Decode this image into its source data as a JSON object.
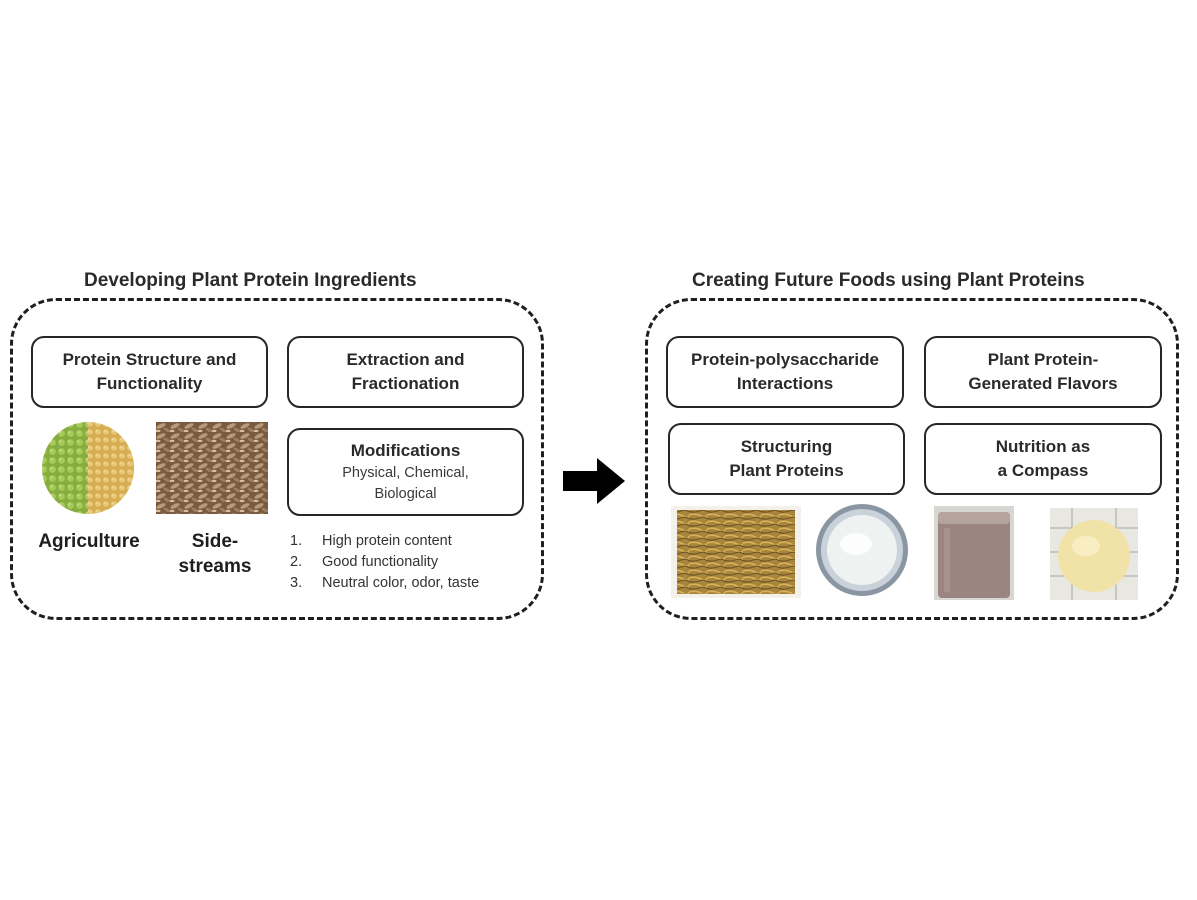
{
  "left_panel": {
    "title": "Developing Plant Protein Ingredients",
    "box_structure": [
      "Protein Structure and",
      "Functionality"
    ],
    "box_extraction": [
      "Extraction and",
      "Fractionation"
    ],
    "box_modifications": {
      "title": "Modifications",
      "sub": [
        "Physical, Chemical,",
        "Biological"
      ]
    },
    "captions": {
      "agriculture": "Agriculture",
      "sidestreams": [
        "Side-",
        "streams"
      ]
    },
    "requirements": [
      {
        "num": "1.",
        "text": "High protein content"
      },
      {
        "num": "2.",
        "text": "Good functionality"
      },
      {
        "num": "3.",
        "text": "Neutral color, odor, taste"
      }
    ]
  },
  "right_panel": {
    "title": "Creating Future Foods using Plant Proteins",
    "box_interactions": [
      "Protein-polysaccharide",
      "Interactions"
    ],
    "box_flavors": [
      "Plant Protein-",
      "Generated Flavors"
    ],
    "box_structuring": [
      "Structuring",
      "Plant Proteins"
    ],
    "box_nutrition": [
      "Nutrition as",
      "a Compass"
    ]
  },
  "colors": {
    "frame": "#1f1f1f",
    "arrow": "#000000",
    "pea_green": "#7fa63a",
    "grain_yellow": "#d9b45a",
    "sidestream_brown": "#8a6a4e"
  },
  "icons": {
    "arrow": "right-arrow-icon"
  }
}
